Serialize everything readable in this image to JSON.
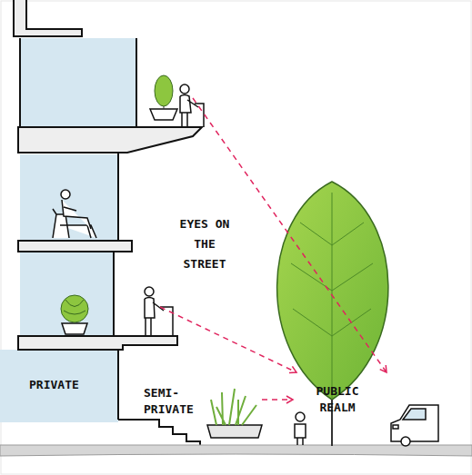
{
  "diagram": {
    "labels": [
      "EYES ON THE STREET",
      "PRIVATE",
      "SEMI-PRIVATE",
      "PUBLIC REALM"
    ]
  }
}
